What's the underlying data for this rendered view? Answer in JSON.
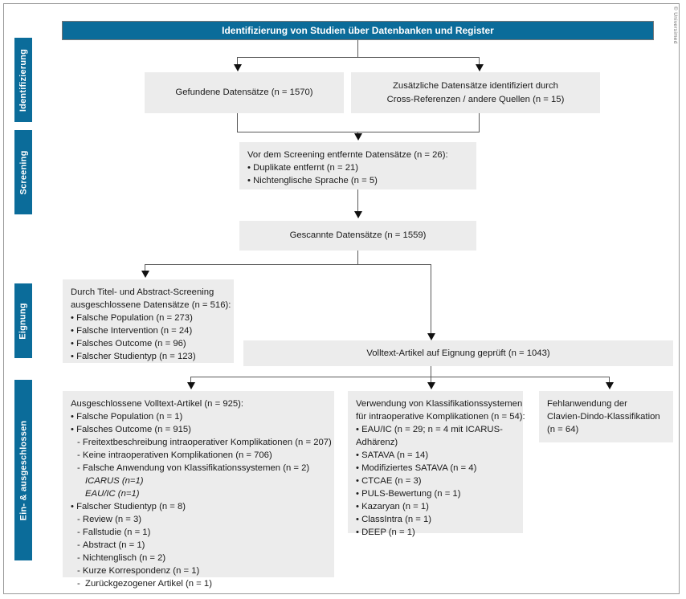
{
  "figure": {
    "watermark": "© Universimed",
    "type": "prisma-flow-diagram",
    "language": "de"
  },
  "colors": {
    "accent": "#0b6c9a",
    "box_fill": "#ececec",
    "connector": "#5a5a5a",
    "arrow": "#111111",
    "frame": "#9a9a9a",
    "banner_text": "#ffffff"
  },
  "stages": {
    "identification": "Identifizierung",
    "screening": "Screening",
    "eligibility": "Eignung",
    "included": "Ein- & ausgeschlossen"
  },
  "banner": {
    "title": "Identifizierung von Studien über Datenbanken und Register"
  },
  "boxes": {
    "records_found": {
      "text": "Gefundene Datensätze (n = 1570)"
    },
    "records_additional": {
      "line1": "Zusätzliche Datensätze identifiziert durch",
      "line2": "Cross-Referenzen / andere Quellen (n = 15)"
    },
    "removed_before_screening": {
      "title": "Vor dem Screening entfernte Datensätze (n = 26):",
      "items": [
        "Duplikate entfernt (n = 21)",
        "Nichtenglische Sprache (n = 5)"
      ]
    },
    "records_screened": {
      "text": "Gescannte Datensätze (n = 1559)"
    },
    "excluded_title_abstract": {
      "line1": "Durch Titel- und Abstract-Screening",
      "line2": "ausgeschlossene Datensätze (n = 516):",
      "items": [
        "Falsche Population (n = 273)",
        "Falsche Intervention (n = 24)",
        "Falsches Outcome (n = 96)",
        "Falscher Studientyp (n = 123)"
      ]
    },
    "fulltext_assessed": {
      "text": "Volltext-Artikel auf Eignung geprüft (n = 1043)"
    },
    "fulltext_excluded": {
      "title": "Ausgeschlossene Volltext-Artikel (n = 925):",
      "lines": [
        {
          "style": "bullet",
          "text": "Falsche Population (n = 1)"
        },
        {
          "style": "bullet",
          "text": "Falsches Outcome (n = 915)"
        },
        {
          "style": "dash",
          "text": "Freitextbeschreibung intraoperativer Komplikationen (n = 207)"
        },
        {
          "style": "dash",
          "text": "Keine intraoperativen Komplikationen (n = 706)"
        },
        {
          "style": "dash",
          "text": "Falsche Anwendung von Klassifikationssystemen (n = 2)"
        },
        {
          "style": "ital",
          "text": "ICARUS (n=1)"
        },
        {
          "style": "ital",
          "text": "EAU/IC (n=1)"
        },
        {
          "style": "bullet",
          "text": "Falscher Studientyp (n = 8)"
        },
        {
          "style": "dash",
          "text": "Review (n = 3)"
        },
        {
          "style": "dash",
          "text": "Fallstudie (n = 1)"
        },
        {
          "style": "dash",
          "text": "Abstract (n = 1)"
        },
        {
          "style": "dash",
          "text": "Nichtenglisch (n = 2)"
        },
        {
          "style": "dash",
          "text": "Kurze Korrespondenz (n = 1)"
        },
        {
          "style": "dash",
          "text": " Zurückgezogener Artikel (n = 1)"
        }
      ]
    },
    "classification_systems": {
      "title_line1": "Verwendung von Klassifikationssystemen",
      "title_line2": "für intraoperative Komplikationen (n = 54):",
      "lines": [
        {
          "style": "bullet",
          "text": "EAU/IC (n = 29; n = 4 mit ICARUS-"
        },
        {
          "style": "plain",
          "text": "Adhärenz)"
        },
        {
          "style": "bullet",
          "text": "SATAVA (n = 14)"
        },
        {
          "style": "bullet",
          "text": "Modifiziertes SATAVA (n = 4)"
        },
        {
          "style": "bullet",
          "text": "CTCAE (n = 3)"
        },
        {
          "style": "bullet",
          "text": "PULS-Bewertung (n = 1)"
        },
        {
          "style": "bullet",
          "text": "Kazaryan (n = 1)"
        },
        {
          "style": "bullet",
          "text": "ClassIntra (n = 1)"
        },
        {
          "style": "bullet",
          "text": "DEEP (n = 1)"
        }
      ]
    },
    "clavien_dindo_misuse": {
      "line1": "Fehlanwendung der",
      "line2": "Clavien-Dindo-Klassifikation",
      "line3": "(n = 64)"
    }
  }
}
